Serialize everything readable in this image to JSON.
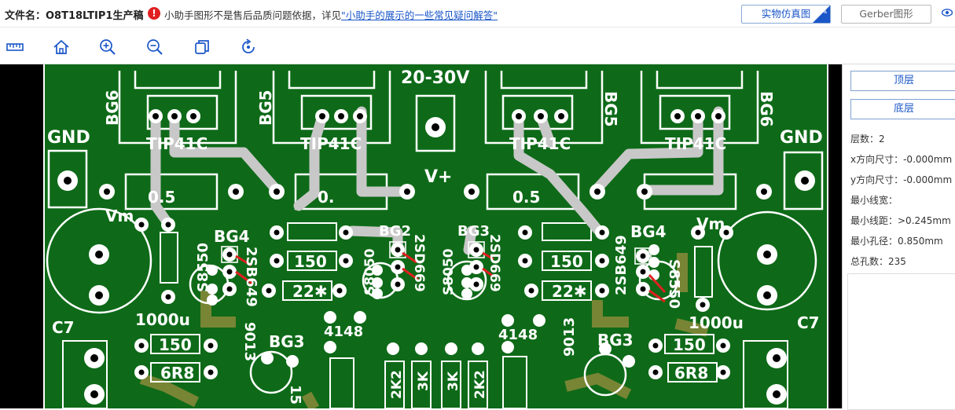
{
  "header": {
    "file_label": "文件名：O8T18LTIP1生产稿",
    "warning_text": "小助手图形不是售后品质问题依据，详见",
    "warning_link": "\"小助手的展示的一些常见疑问解答\"",
    "btn_photo": "实物仿真图",
    "btn_gerber": "Gerber图形"
  },
  "toolbar": {
    "icons": [
      "ruler-icon",
      "home-icon",
      "zoom-in-icon",
      "zoom-out-icon",
      "copy-icon",
      "rotate-icon"
    ]
  },
  "sidebar": {
    "btn_top": "顶层",
    "btn_bottom": "底层",
    "layers": "层数：2",
    "x_size": "x方向尺寸：-0.000mm",
    "y_size": "y方向尺寸：-0.000mm",
    "min_trace_width": "最小线宽：",
    "min_spacing": "最小线距：>0.245mm",
    "min_hole": "最小孔径：0.850mm",
    "total_holes": "总孔数：235"
  },
  "pcb": {
    "colors": {
      "board": "#0e6a18",
      "copper": "#c8c8c8",
      "silk": "#ffffff",
      "pad_hole": "#000000",
      "gold": "#8a8a3a",
      "marker": "#e02020"
    },
    "labels": {
      "voltage": "20-30V",
      "vplus": "V+",
      "gnd_left": "GND",
      "gnd_right": "GND",
      "bg6_left": "BG6",
      "bg5": "BG5",
      "bg5_right": "BG5",
      "bg6_right": "BG6",
      "tip_left": "TIP41C",
      "tip_mid": "TIP41C",
      "tip_mid2": "TIP41C",
      "tip_right": "TIP41C",
      "r05_left": "0.5",
      "r05_mid": "0.",
      "r05_right": "0.5",
      "vm_left": "Vm",
      "vm_right": "Vm",
      "s8550_left": "S8550",
      "bg4_left": "BG4",
      "bg4_right": "BG4",
      "sb649_left": "2SB649",
      "sb649_right": "2SB649",
      "r150_left": "150",
      "r150_right": "150",
      "r22_left": "22✱",
      "r22_right": "22✱",
      "bg2": "BG2",
      "bg_mid": "BG3",
      "s8050_left": "S8050",
      "s8050_right": "S8050",
      "sd669_left": "2SD669",
      "sd669_right": "2SD669",
      "s8550_right": "S8550",
      "c_1000u_left": "1000u",
      "c_1000u_right": "1000u",
      "c7_left": "C7",
      "c7_right": "C7",
      "r150_bl": "150",
      "r150_br": "150",
      "r6r8_left": "6R8",
      "r6r8_right": "6R8",
      "bg3_left": "BG3",
      "bg3_right": "BG3",
      "n9013": "9013",
      "n4148_left": "4148",
      "n4148_right": "4148",
      "r2k2_left": "2K2",
      "r3k_left": "3K",
      "r3k_right": "3K",
      "r2k2_right": "2K2",
      "n9013_right": "9013",
      "n15": "15"
    }
  }
}
